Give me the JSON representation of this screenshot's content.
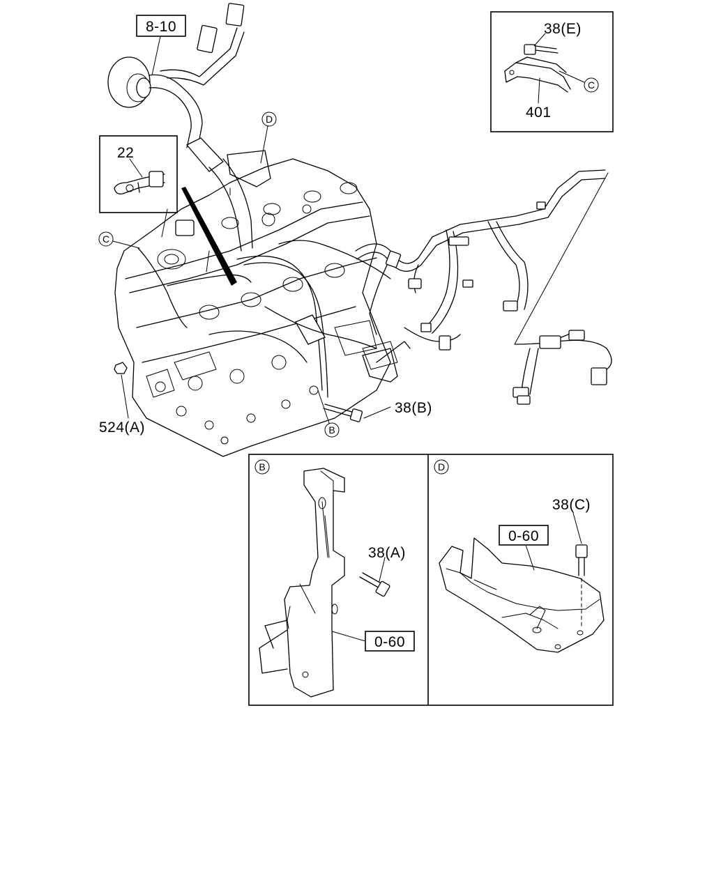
{
  "labels": {
    "harness_ref": "8-10",
    "clip": "22",
    "bolt_e": "38(E)",
    "callout_c_inset": "C",
    "bracket_401": "401",
    "callout_d": "D",
    "callout_c": "C",
    "nut": "524(A)",
    "bolt_b": "38(B)",
    "callout_b": "B",
    "panel_b_title": "B",
    "bolt_a": "38(A)",
    "ref_b_panel": "0-60",
    "panel_d_title": "D",
    "bolt_c": "38(C)",
    "ref_d_panel": "0-60"
  }
}
